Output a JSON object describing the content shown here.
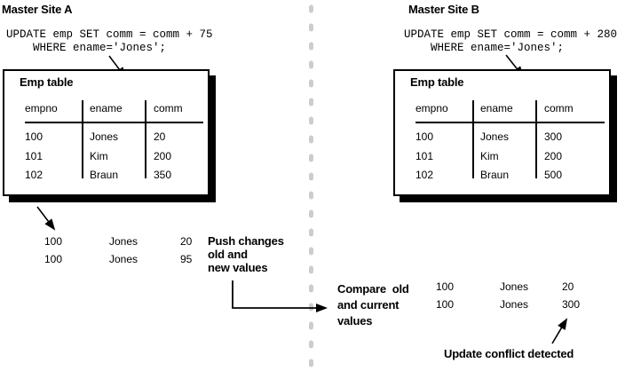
{
  "colors": {
    "line": "#000000",
    "divider": "#cccccc"
  },
  "site_a": {
    "title": "Master Site A",
    "sql": "UPDATE emp SET comm = comm + 75\n    WHERE ename='Jones';",
    "table": {
      "title": "Emp table",
      "columns": [
        "empno",
        "ename",
        "comm"
      ],
      "rows": [
        [
          "100",
          "Jones",
          "20"
        ],
        [
          "101",
          "Kim",
          "200"
        ],
        [
          "102",
          "Braun",
          "350"
        ]
      ]
    },
    "pushed_values": {
      "rows": [
        [
          "100",
          "Jones",
          "20"
        ],
        [
          "100",
          "Jones",
          "95"
        ]
      ]
    }
  },
  "site_b": {
    "title": "Master Site B",
    "sql": "UPDATE emp SET comm = comm + 280\n    WHERE ename='Jones';",
    "table": {
      "title": "Emp table",
      "columns": [
        "empno",
        "ename",
        "comm"
      ],
      "rows": [
        [
          "100",
          "Jones",
          "300"
        ],
        [
          "101",
          "Kim",
          "200"
        ],
        [
          "102",
          "Braun",
          "500"
        ]
      ]
    },
    "compared_values": {
      "rows": [
        [
          "100",
          "Jones",
          "20"
        ],
        [
          "100",
          "Jones",
          "300"
        ]
      ]
    }
  },
  "labels": {
    "push_changes": "Push changes\nold and\nnew values",
    "compare": "Compare  old\nand current\nvalues",
    "conflict": "Update conflict detected"
  }
}
